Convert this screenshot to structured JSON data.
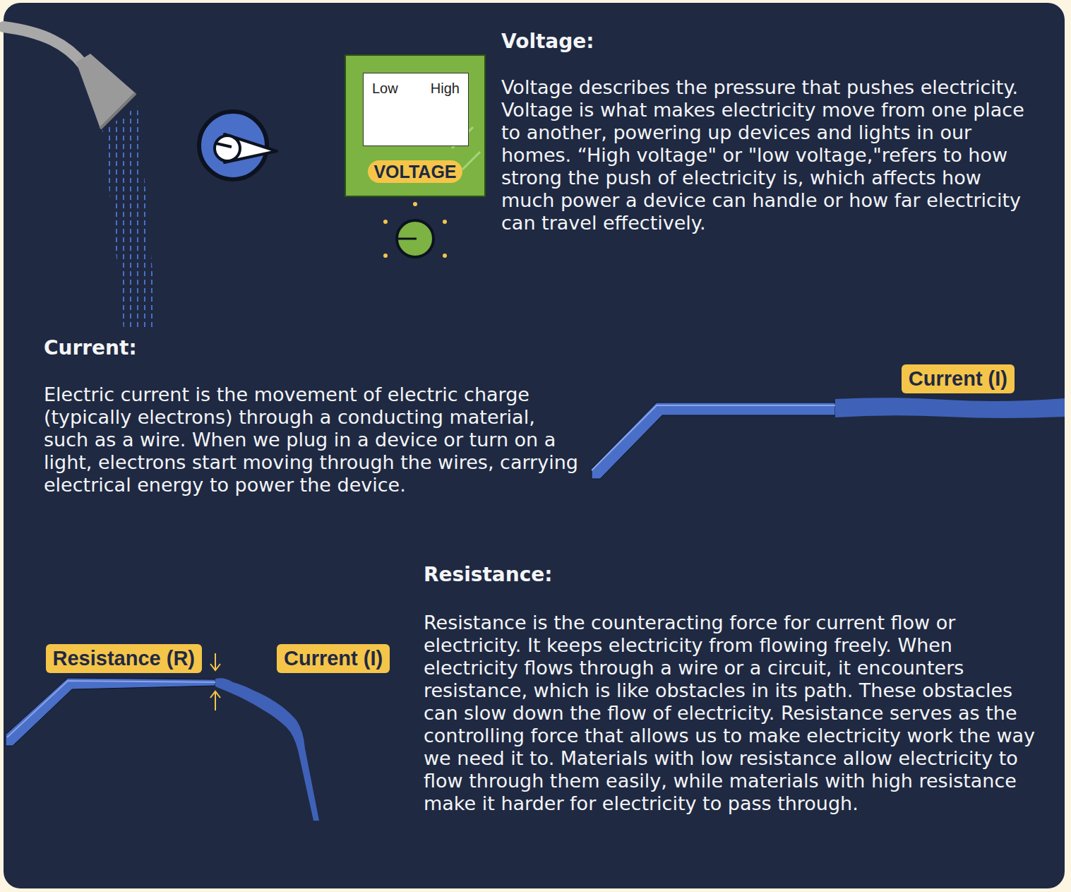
{
  "diagram": {
    "nodes": [
      {
        "text": [
          "Low",
          "High"
        ]
      },
      {
        "text": [
          "VOLTAGE"
        ]
      },
      {
        "text": [
          "Current (I)"
        ]
      },
      {
        "text": [
          "Resistance (R)"
        ]
      },
      {
        "text": [
          "Current (I)"
        ]
      }
    ],
    "labels": [
      "Voltage:",
      "Voltage describes the pressure that pushes electricity. Voltage is what makes electricity move from one place to another, powering up devices and lights in our homes. “High voltage\" or \"low voltage,\"refers to how strong the push of electricity is, which affects how much power a device can handle or how far electricity can travel effectively.",
      "Current:",
      "Electric current is the movement of electric charge (typically electrons) through a conducting material, such as a wire. When we plug in a device or turn on a light, electrons start moving through the wires, carrying electrical energy to power the device.",
      "Resistance:",
      "Resistance is the counteracting force for current flow or electricity. It keeps electricity from flowing freely. When electricity flows through a wire or a circuit, it encounters resistance, which is like obstacles in its path. These obstacles can slow down the flow of electricity. Resistance serves as the controlling force that allows us to make electricity work the way we need it to. Materials with low resistance allow electricity to flow through them easily, while materials with high resistance make it harder for electricity to pass through."
    ]
  }
}
